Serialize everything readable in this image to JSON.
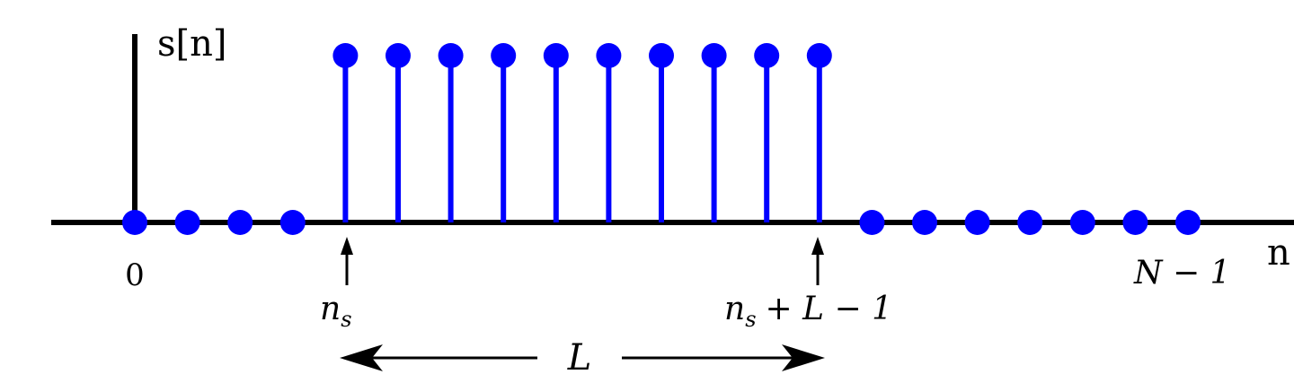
{
  "chart_data": {
    "type": "stem",
    "ylabel": "s[n]",
    "xlabel": "n",
    "x": [
      0,
      1,
      2,
      3,
      4,
      5,
      6,
      7,
      8,
      9,
      10,
      11,
      12,
      13,
      14,
      15,
      16,
      17,
      18,
      19,
      20
    ],
    "y": [
      0,
      0,
      0,
      0,
      1,
      1,
      1,
      1,
      1,
      1,
      1,
      1,
      1,
      1,
      0,
      0,
      0,
      0,
      0,
      0,
      0
    ],
    "annotations": {
      "origin": "0",
      "start": "n",
      "start_sub": "s",
      "end": "n",
      "end_sub": "s",
      "end_rest": "+ L − 1",
      "last": "N − 1",
      "length": "L"
    },
    "colors": {
      "stem": "#0000ff",
      "axis": "#000000"
    }
  }
}
